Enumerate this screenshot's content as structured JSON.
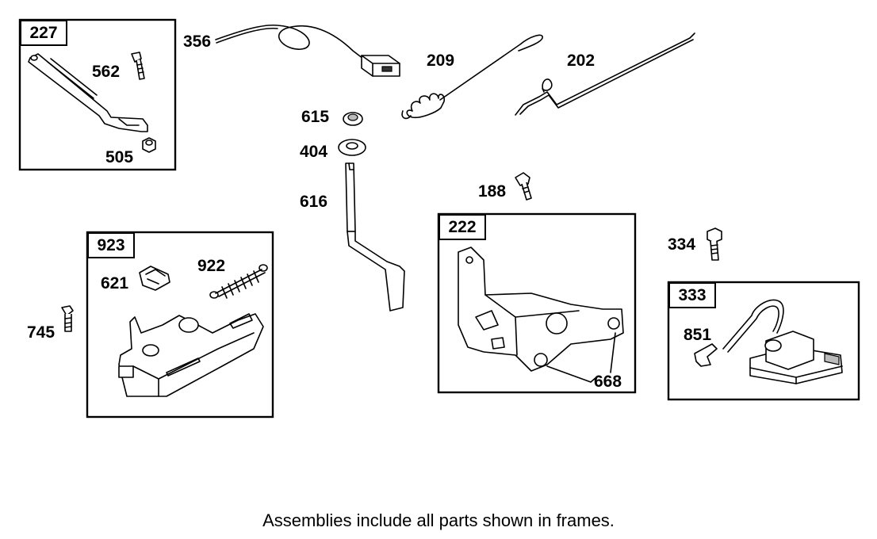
{
  "frames": [
    {
      "id": "227",
      "parts": [
        "562",
        "505"
      ]
    },
    {
      "id": "923",
      "parts": [
        "621",
        "922"
      ]
    },
    {
      "id": "222",
      "parts": [
        "668"
      ]
    },
    {
      "id": "333",
      "parts": [
        "851"
      ]
    }
  ],
  "loose_parts": [
    "356",
    "209",
    "202",
    "615",
    "404",
    "616",
    "188",
    "334",
    "745"
  ],
  "caption": "Assemblies include all parts shown in frames."
}
